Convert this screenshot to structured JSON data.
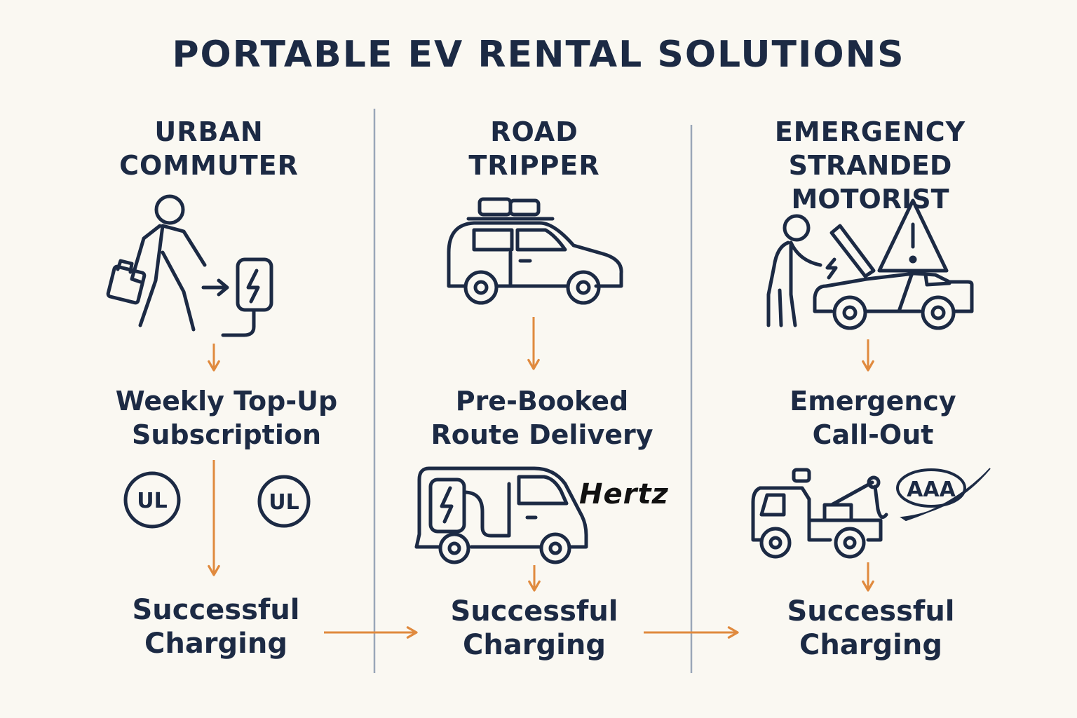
{
  "title": "PORTABLE EV RENTAL SOLUTIONS",
  "columns": [
    {
      "heading_line1": "URBAN",
      "heading_line2": "COMMUTER",
      "step_line1": "Weekly Top-Up",
      "step_line2": "Subscription",
      "result_line1": "Successful",
      "result_line2": "Charging",
      "badge_text": "UL"
    },
    {
      "heading_line1": "ROAD",
      "heading_line2": "TRIPPER",
      "step_line1": "Pre-Booked",
      "step_line2": "Route Delivery",
      "result_line1": "Successful",
      "result_line2": "Charging",
      "brand": "Hertz"
    },
    {
      "heading_line1": "EMERGENCY",
      "heading_line2": "STRANDED MOTORIST",
      "step_line1": "Emergency",
      "step_line2": "Call-Out",
      "result_line1": "Successful",
      "result_line2": "Charging",
      "brand": "AAA"
    }
  ],
  "colors": {
    "ink": "#1c2a44",
    "accent": "#e08a3e",
    "divider": "#9aa6b8",
    "background": "#faf8f2"
  },
  "icons": [
    "walking-commuter-icon",
    "ev-charger-icon",
    "car-roof-rack-icon",
    "charging-van-icon",
    "broken-down-car-icon",
    "warning-triangle-icon",
    "tow-truck-icon"
  ]
}
